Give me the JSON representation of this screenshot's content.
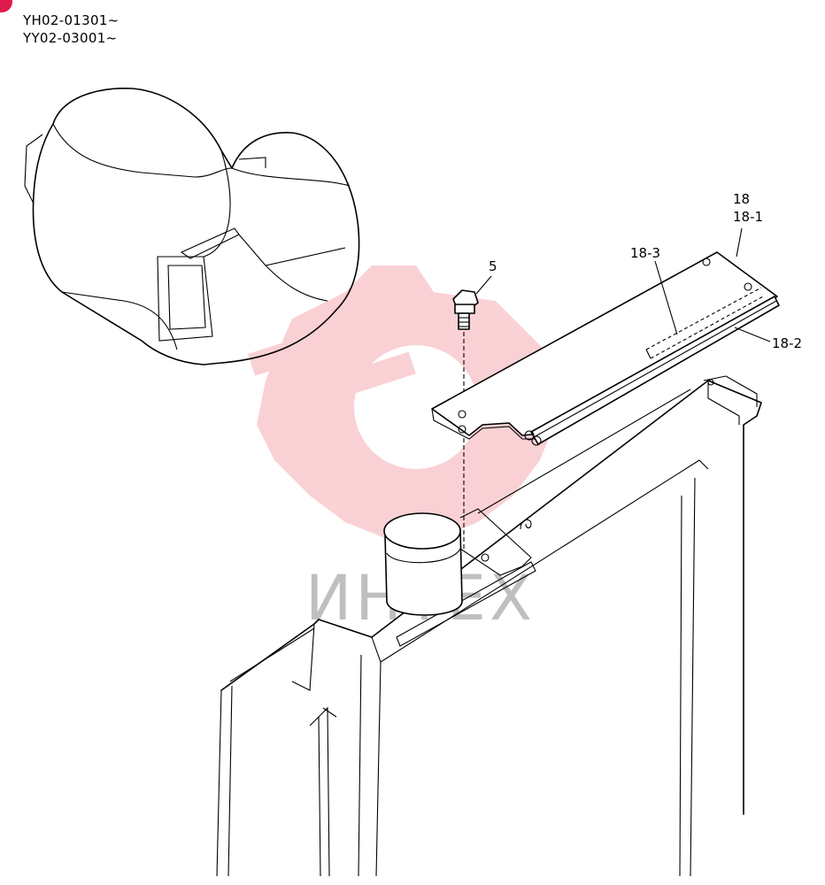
{
  "serial_ranges": [
    "YH02-01301~",
    "YY02-03001~"
  ],
  "callouts": {
    "part_5": "5",
    "part_18": "18",
    "part_18_1": "18-1",
    "part_18_2": "18-2",
    "part_18_3": "18-3"
  },
  "watermark": {
    "text": "ИНТЕХ",
    "color": "#e8343f"
  },
  "colors": {
    "badge": "#e0194b",
    "line": "#000000",
    "watermark_text": "#bfbfbf"
  }
}
